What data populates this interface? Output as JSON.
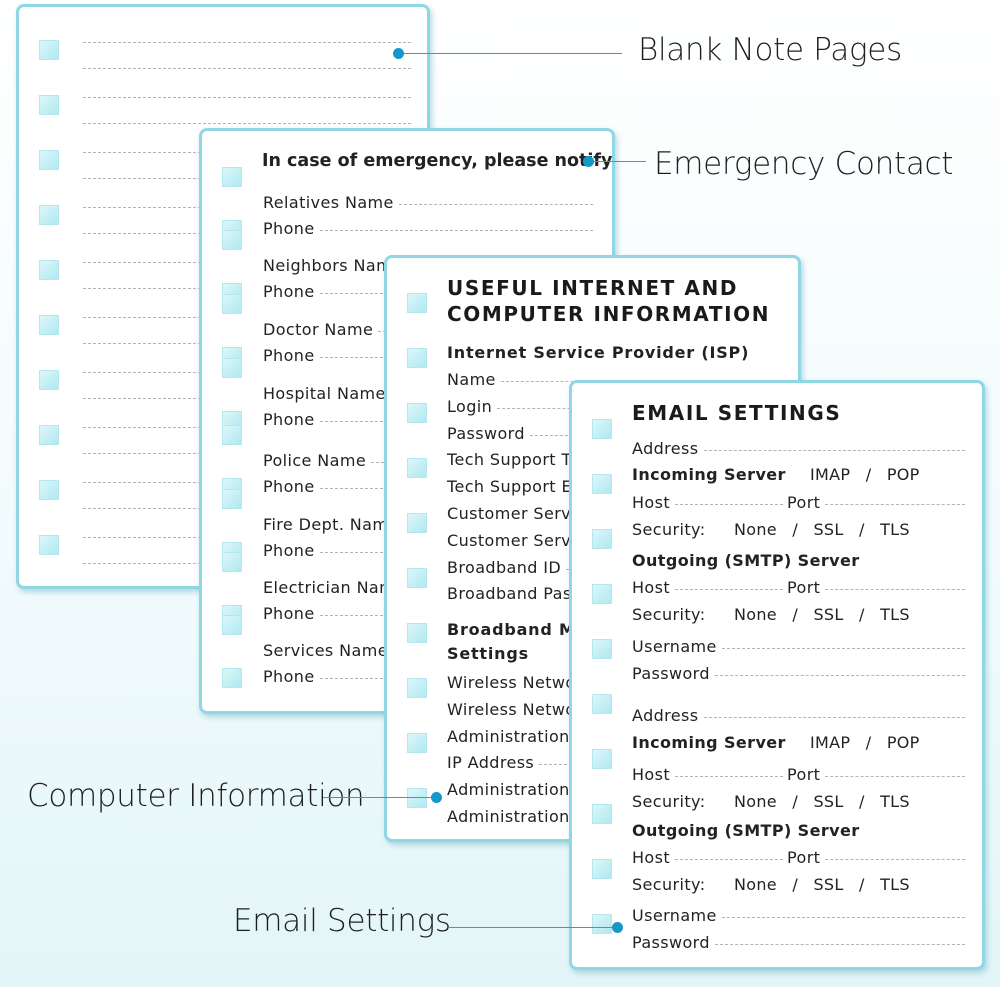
{
  "callouts": {
    "blank": "Blank Note Pages",
    "emergency": "Emergency Contact",
    "computer": "Computer Information",
    "email": "Email Settings"
  },
  "emergency": {
    "title": "In case of emergency, please notify",
    "rows": [
      {
        "name": "Relatives Name",
        "phone": "Phone"
      },
      {
        "name": "Neighbors Name",
        "phone": "Phone"
      },
      {
        "name": "Doctor Name",
        "phone": "Phone"
      },
      {
        "name": "Hospital Name",
        "phone": "Phone"
      },
      {
        "name": "Police Name",
        "phone": "Phone"
      },
      {
        "name": "Fire Dept. Name",
        "phone": "Phone"
      },
      {
        "name": "Electrician Name",
        "phone": "Phone"
      },
      {
        "name": "Services Name",
        "phone": "Phone"
      }
    ]
  },
  "computer": {
    "title_line1": "USEFUL INTERNET AND",
    "title_line2": "COMPUTER INFORMATION",
    "isp_heading": "Internet Service Provider (ISP)",
    "isp_fields": [
      "Name",
      "Login",
      "Password",
      "Tech Support Tel",
      "Tech Support Email",
      "Customer Service",
      "Customer Service",
      "Broadband ID",
      "Broadband Password"
    ],
    "modem_heading_1": "Broadband Modem",
    "modem_heading_2": "Settings",
    "modem_fields": [
      "Wireless Network",
      "Wireless Network",
      "Administration",
      "IP Address",
      "Administration",
      "Administration"
    ]
  },
  "email": {
    "title": "EMAIL SETTINGS",
    "address": "Address",
    "incoming": "Incoming Server",
    "imap": "IMAP",
    "slash": "/",
    "pop": "POP",
    "host": "Host",
    "port": "Port",
    "security": "Security:",
    "none": "None",
    "ssl": "SSL",
    "tls": "TLS",
    "outgoing": "Outgoing (SMTP) Server",
    "username": "Username",
    "password": "Password"
  },
  "colors": {
    "border": "#8fd7e3",
    "checkbox": "#aee9f0",
    "leader": "#1598c9"
  }
}
